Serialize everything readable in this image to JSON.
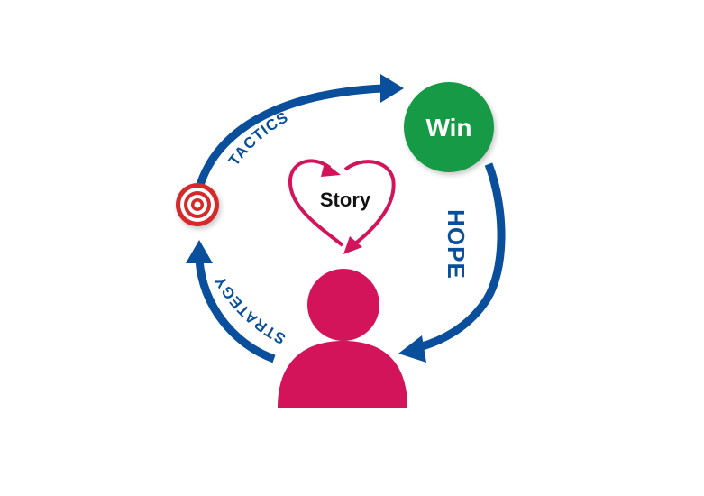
{
  "diagram": {
    "nodes": {
      "win": {
        "label": "Win"
      },
      "story": {
        "label": "Story"
      }
    },
    "arrows": {
      "tactics": {
        "label": "TACTICS"
      },
      "hope": {
        "label": "HOPE"
      },
      "strategy": {
        "label": "STRATEGY"
      }
    },
    "icons": {
      "target": "target-icon",
      "heart": "heart-cycle-icon",
      "person": "person-icon"
    }
  },
  "colors": {
    "cycle_blue": "#0a4f9c",
    "win_green": "#129a45",
    "accent_crimson": "#d4145a",
    "target_red": "#d42a2a",
    "text_dark": "#111111",
    "text_white": "#ffffff"
  }
}
